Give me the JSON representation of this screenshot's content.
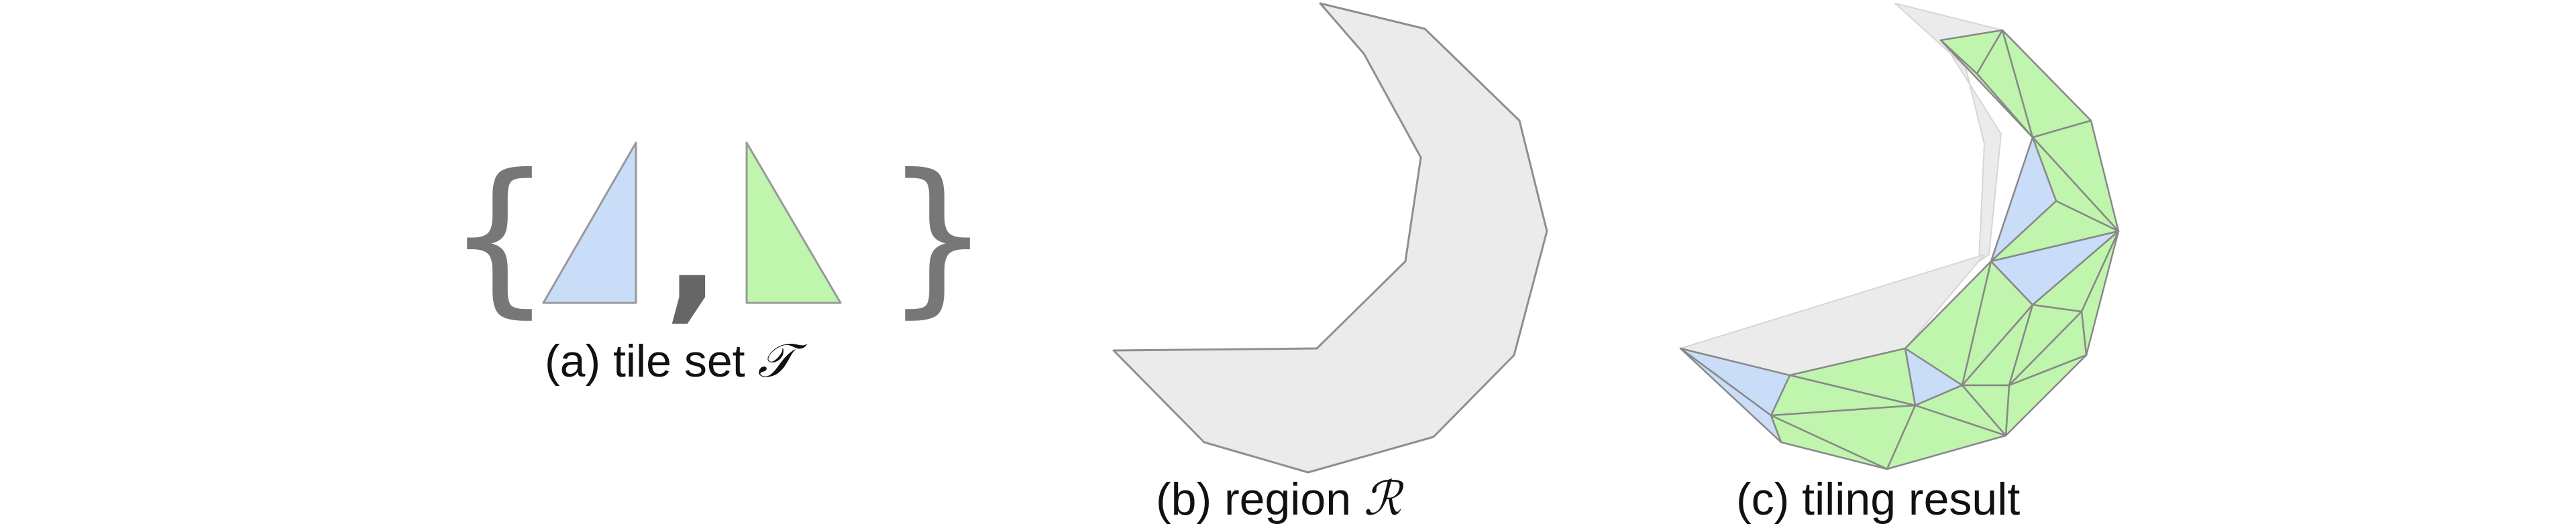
{
  "colors": {
    "blue_tile": "#c9ddf9",
    "green_tile": "#bff5ad",
    "region_fill": "#ebebeb",
    "outline": "#8f8f8f"
  },
  "panel_a": {
    "open_brace": "{",
    "separator": ",",
    "close_brace": "}",
    "caption_prefix": "(a) tile set ",
    "caption_symbol": "𝒯"
  },
  "panel_b": {
    "caption_prefix": "(b) region ",
    "caption_symbol": "ℛ"
  },
  "panel_c": {
    "caption": "(c) tiling result"
  }
}
